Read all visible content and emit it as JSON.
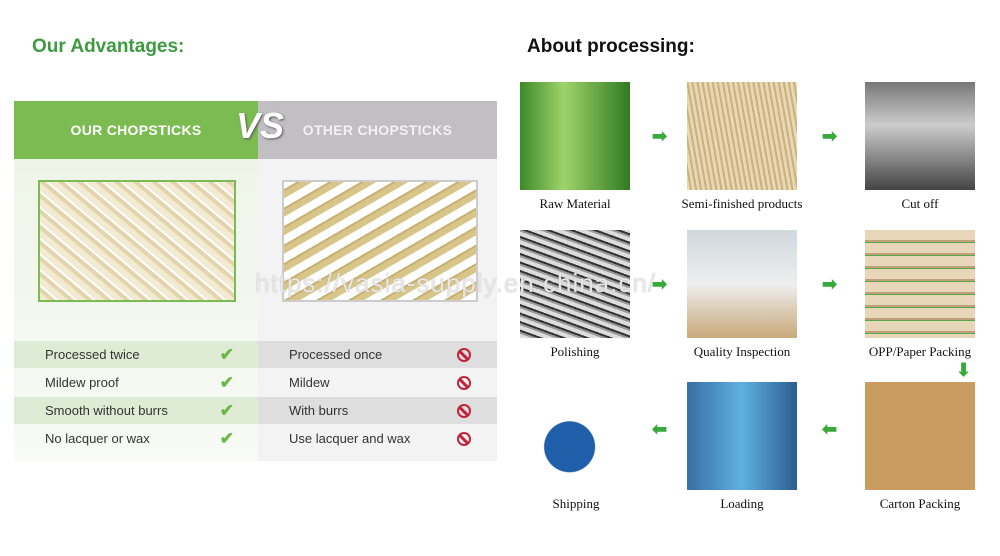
{
  "advantages_title": "Our Advantages:",
  "processing_title": "About processing:",
  "comparison": {
    "ours_header": "OUR CHOPSTICKS",
    "vs": "VS",
    "other_header": "OTHER CHOPSTICKS",
    "ours": [
      "Processed twice",
      "Mildew proof",
      "Smooth without burrs",
      "No lacquer or wax"
    ],
    "other": [
      "Processed once",
      "Mildew",
      "With burrs",
      "Use lacquer and wax"
    ]
  },
  "steps": [
    "Raw Material",
    "Semi-finished products",
    "Cut off",
    "Polishing",
    "Quality Inspection",
    "OPP/Paper Packing",
    "Shipping",
    "Loading",
    "Carton Packing"
  ],
  "watermark": "https://vasia-supply.en.china.cn/"
}
